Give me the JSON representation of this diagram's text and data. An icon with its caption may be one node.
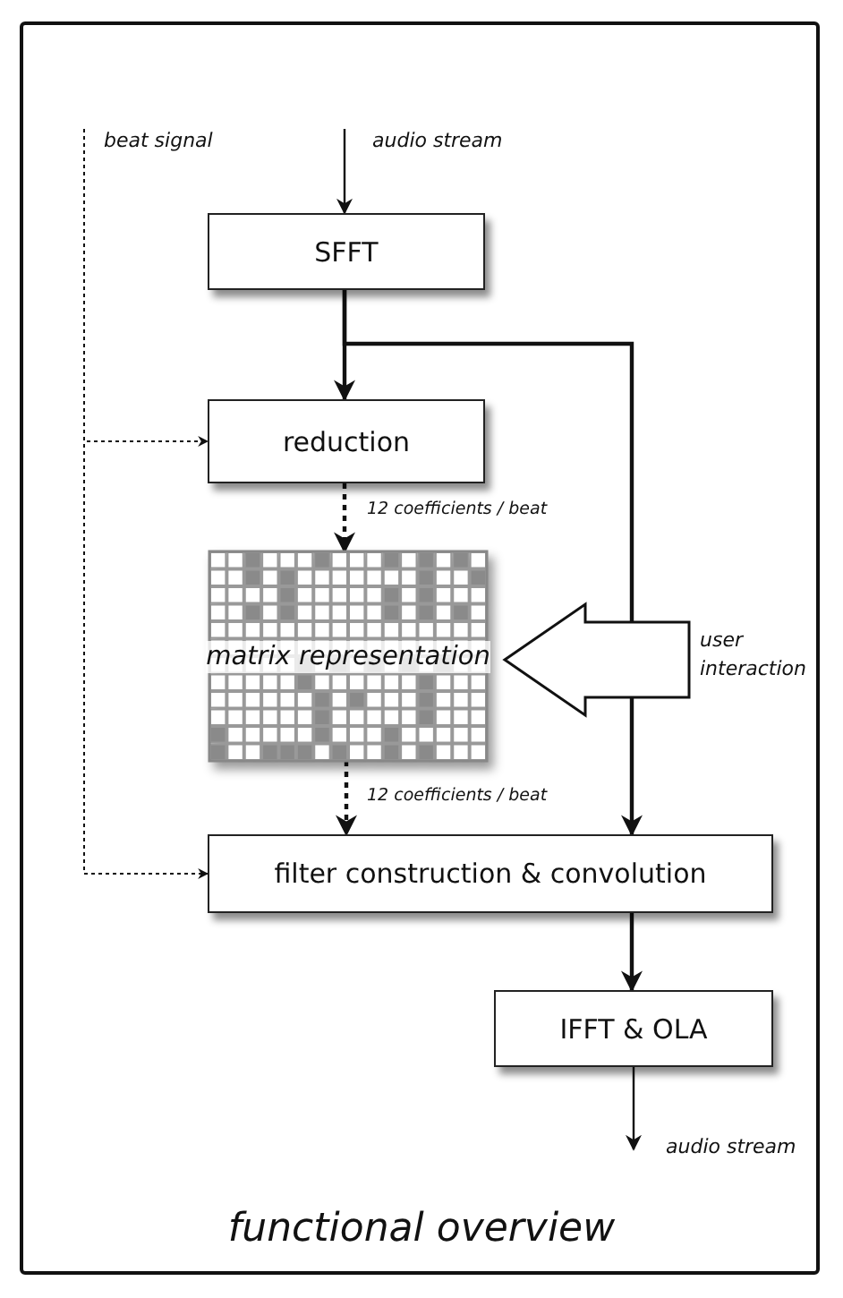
{
  "diagram": {
    "title": "functional overview",
    "nodes": [
      {
        "text": [
          "beat signal"
        ]
      },
      {
        "text": [
          "audio stream"
        ]
      },
      {
        "text": [
          "SFFT"
        ]
      },
      {
        "text": [
          "reduction"
        ]
      },
      {
        "text": [
          "matrix representation"
        ]
      },
      {
        "text": [
          "user interaction"
        ]
      },
      {
        "text": [
          "filter construction & convolution"
        ]
      },
      {
        "text": [
          "IFFT & OLA"
        ]
      },
      {
        "text": [
          "audio stream"
        ]
      }
    ],
    "edges": [
      {
        "from": 1,
        "to": 2,
        "arrow": "to"
      },
      {
        "from": 2,
        "to": 3,
        "arrow": "to"
      },
      {
        "from": 2,
        "to": 6,
        "arrow": "to"
      },
      {
        "from": 0,
        "to": 3,
        "arrow": "to",
        "style": "dashed"
      },
      {
        "from": 0,
        "to": 6,
        "arrow": "to",
        "style": "dashed"
      },
      {
        "from": 3,
        "to": 4,
        "arrow": "to",
        "style": "dashed",
        "label": "12 coefficients / beat"
      },
      {
        "from": 4,
        "to": 6,
        "arrow": "to",
        "style": "dashed",
        "label": "12 coefficients / beat"
      },
      {
        "from": 5,
        "to": 4,
        "arrow": "to"
      },
      {
        "from": 6,
        "to": 7,
        "arrow": "to"
      },
      {
        "from": 7,
        "to": 8,
        "arrow": "to"
      }
    ]
  }
}
